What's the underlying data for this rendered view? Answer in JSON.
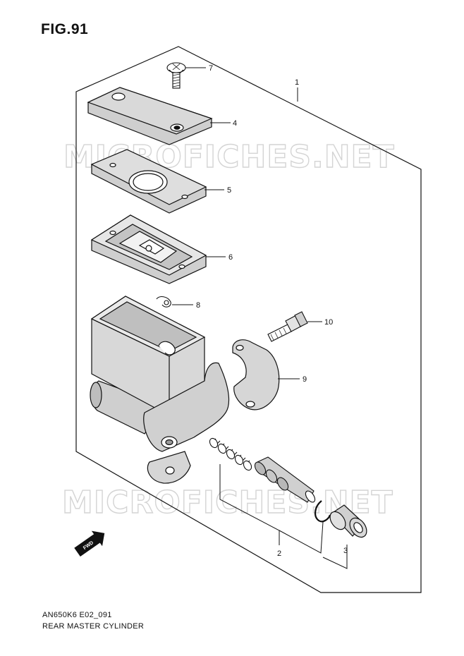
{
  "figure": {
    "title": "FIG.91",
    "code": "AN650K6 E02_091",
    "name": "REAR MASTER CYLINDER"
  },
  "watermark": "MICROFICHES.NET",
  "forward_marker": {
    "label": "FWD",
    "icon": "forward-arrow-icon"
  },
  "parts": [
    {
      "ref": "1",
      "part": "cylinder-assembly"
    },
    {
      "ref": "2",
      "part": "piston-set"
    },
    {
      "ref": "3",
      "part": "boot"
    },
    {
      "ref": "4",
      "part": "reservoir-cap"
    },
    {
      "ref": "5",
      "part": "diaphragm"
    },
    {
      "ref": "6",
      "part": "diaphragm-plate"
    },
    {
      "ref": "7",
      "part": "screw"
    },
    {
      "ref": "8",
      "part": "circlip"
    },
    {
      "ref": "9",
      "part": "holder"
    },
    {
      "ref": "10",
      "part": "bolt"
    }
  ]
}
